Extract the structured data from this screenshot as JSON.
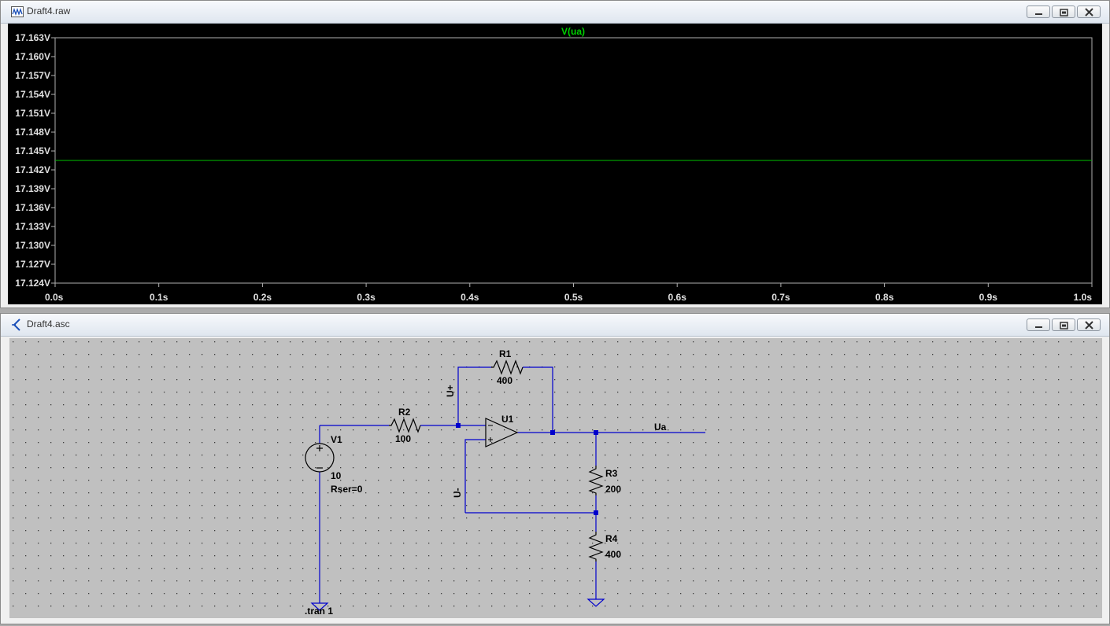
{
  "plot_window": {
    "title": "Draft4.raw",
    "icon": "waveform-icon"
  },
  "schematic_window": {
    "title": "Draft4.asc",
    "icon": "schematic-icon"
  },
  "chart_data": {
    "type": "line",
    "title": "V(ua)",
    "xlabel": "",
    "ylabel": "",
    "xlim": [
      0,
      1
    ],
    "ylim": [
      17.124,
      17.163
    ],
    "x_ticks": [
      "0.0s",
      "0.1s",
      "0.2s",
      "0.3s",
      "0.4s",
      "0.5s",
      "0.6s",
      "0.7s",
      "0.8s",
      "0.9s",
      "1.0s"
    ],
    "y_ticks": [
      "17.163V",
      "17.160V",
      "17.157V",
      "17.154V",
      "17.151V",
      "17.148V",
      "17.145V",
      "17.142V",
      "17.139V",
      "17.136V",
      "17.133V",
      "17.130V",
      "17.127V",
      "17.124V"
    ],
    "grid": false,
    "series": [
      {
        "name": "V(ua)",
        "color": "#00c000",
        "x": [
          0,
          1
        ],
        "y": [
          17.1435,
          17.1435
        ]
      }
    ]
  },
  "schematic": {
    "wire_color": "#0000cc",
    "components": {
      "R1": {
        "name": "R1",
        "value": "400"
      },
      "R2": {
        "name": "R2",
        "value": "100"
      },
      "R3": {
        "name": "R3",
        "value": "200"
      },
      "R4": {
        "name": "R4",
        "value": "400"
      },
      "U1": {
        "name": "U1"
      },
      "V1": {
        "name": "V1",
        "value": "10",
        "rser": "Rser=0"
      }
    },
    "net_labels": {
      "ua": "Ua",
      "u_plus": "U+",
      "u_minus": "U-"
    },
    "directive": ".tran 1"
  }
}
